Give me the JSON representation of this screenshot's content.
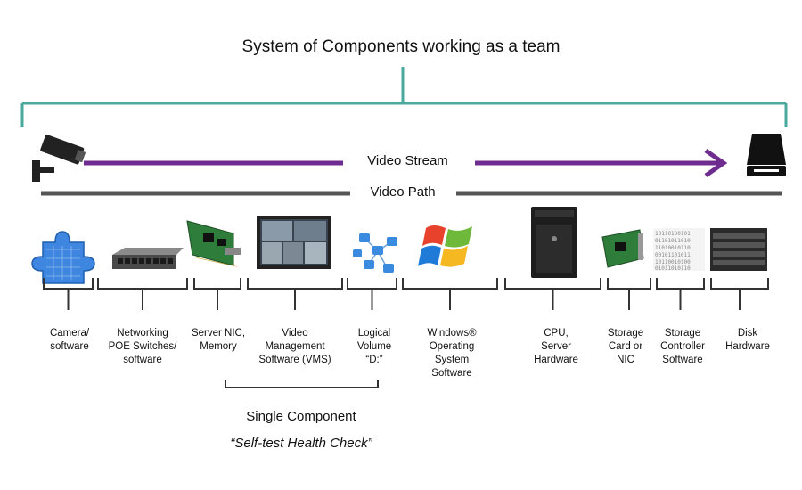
{
  "title": "System of Components working as a team",
  "video_stream_label": "Video Stream",
  "video_path_label": "Video Path",
  "colors": {
    "team_bracket": "#4aa89c",
    "stream_arrow": "#6f2c8f",
    "path_line": "#555555",
    "bracket": "#333333"
  },
  "components": [
    {
      "label": "Camera/\nsoftware",
      "icon": "puzzle-icon"
    },
    {
      "label": "Networking\nPOE Switches/\nsoftware",
      "icon": "network-switch-icon"
    },
    {
      "label": "Server NIC,\nMemory",
      "icon": "nic-card-icon"
    },
    {
      "label": "Video\nManagement\nSoftware (VMS)",
      "icon": "vms-screen-icon"
    },
    {
      "label": "Logical\nVolume\n“D:”",
      "icon": "logical-volume-icon"
    },
    {
      "label": "Windows®\nOperating\nSystem\nSoftware",
      "icon": "windows-logo-icon"
    },
    {
      "label": "CPU,\nServer\nHardware",
      "icon": "server-tower-icon"
    },
    {
      "label": "Storage\nCard or\nNIC",
      "icon": "storage-card-icon"
    },
    {
      "label": "Storage\nController\nSoftware",
      "icon": "binary-code-icon"
    },
    {
      "label": "Disk\nHardware",
      "icon": "disk-array-icon"
    }
  ],
  "single_component_label": "Single Component",
  "self_test_label": "“Self-test Health Check”"
}
